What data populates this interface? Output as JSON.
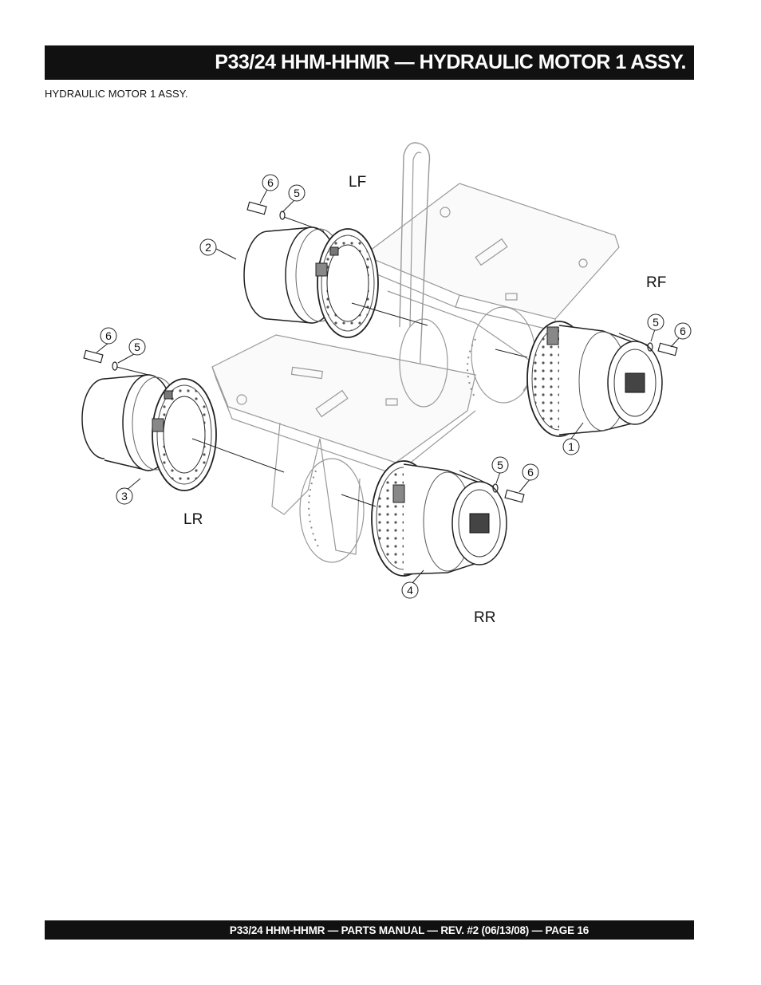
{
  "header": {
    "title": "P33/24 HHM-HHMR — HYDRAULIC MOTOR 1 ASSY."
  },
  "section": {
    "caption": "HYDRAULIC MOTOR 1 ASSY."
  },
  "diagram": {
    "position_labels": {
      "lf": "LF",
      "rf": "RF",
      "lr": "LR",
      "rr": "RR"
    },
    "callouts": {
      "lf_bolt": "6",
      "lf_washer": "5",
      "lf_motor": "2",
      "rf_washer": "5",
      "rf_bolt": "6",
      "rf_motor": "1",
      "lr_bolt": "6",
      "lr_washer": "5",
      "lr_motor": "3",
      "rr_washer": "5",
      "rr_bolt": "6",
      "rr_motor": "4"
    }
  },
  "footer": {
    "text": "P33/24 HHM-HHMR — PARTS MANUAL — REV. #2 (06/13/08) — PAGE 16"
  }
}
